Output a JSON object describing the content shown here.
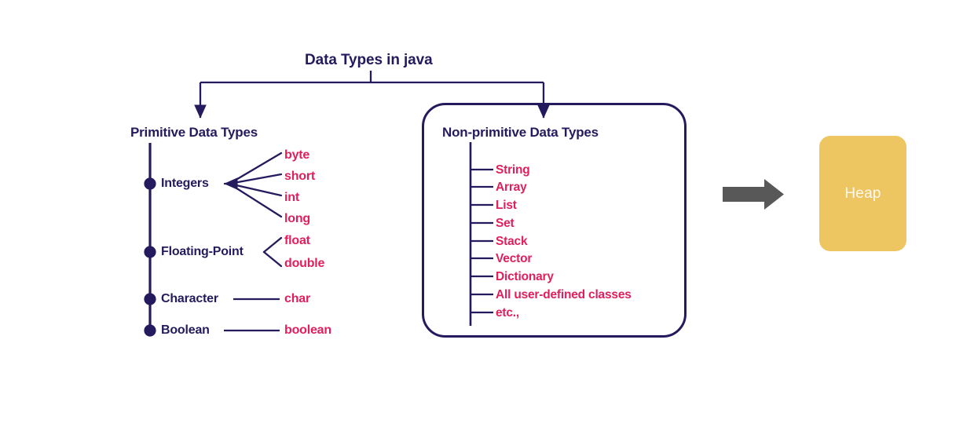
{
  "diagram": {
    "title": "Data Types in java",
    "colors": {
      "navy": "#231b5e",
      "crimson": "#e01f5c",
      "heap_fill": "#edc561",
      "heap_text": "#fdf8ef",
      "gray_arrow": "#585858",
      "background": "#ffffff"
    },
    "branches": {
      "primitive": {
        "title": "Primitive Data Types",
        "categories": [
          {
            "name": "Integers",
            "types": [
              "byte",
              "short",
              "int",
              "long"
            ]
          },
          {
            "name": "Floating-Point",
            "types": [
              "float",
              "double"
            ]
          },
          {
            "name": "Character",
            "types": [
              "char"
            ]
          },
          {
            "name": "Boolean",
            "types": [
              "boolean"
            ]
          }
        ]
      },
      "non_primitive": {
        "title": "Non-primitive Data Types",
        "items": [
          "String",
          "Array",
          "List",
          "Set",
          "Stack",
          "Vector",
          "Dictionary",
          "All user-defined classes",
          "etc.,"
        ]
      }
    },
    "memory": {
      "arrow": "right-arrow",
      "box_label": "Heap"
    }
  }
}
